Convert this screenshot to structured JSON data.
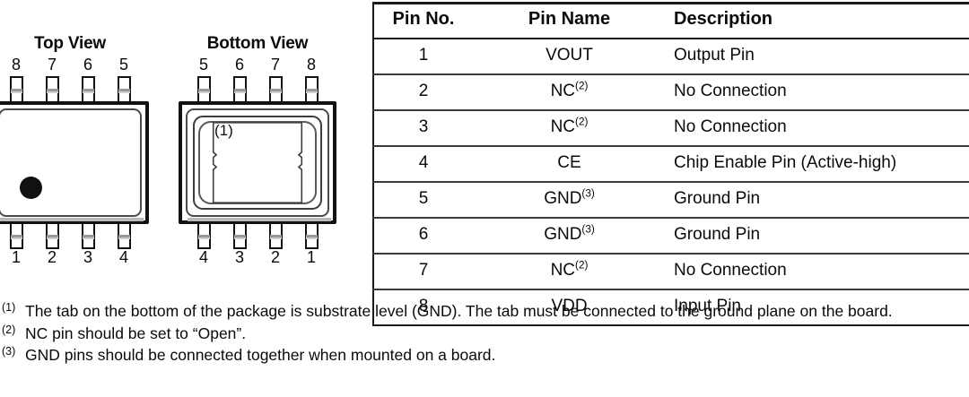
{
  "diagrams": {
    "top_view": {
      "title": "Top View",
      "top_pins": [
        "8",
        "7",
        "6",
        "5"
      ],
      "bottom_pins": [
        "1",
        "2",
        "3",
        "4"
      ],
      "marker": "pin1-dot"
    },
    "bottom_view": {
      "title": "Bottom View",
      "top_pins": [
        "5",
        "6",
        "7",
        "8"
      ],
      "bottom_pins": [
        "4",
        "3",
        "2",
        "1"
      ],
      "tab_label": "(1)"
    }
  },
  "table": {
    "headers": [
      "Pin No.",
      "Pin Name",
      "Description"
    ],
    "rows": [
      {
        "no": "1",
        "name": "VOUT",
        "name_sup": "",
        "desc": "Output Pin"
      },
      {
        "no": "2",
        "name": "NC",
        "name_sup": "(2)",
        "desc": "No Connection"
      },
      {
        "no": "3",
        "name": "NC",
        "name_sup": "(2)",
        "desc": "No Connection"
      },
      {
        "no": "4",
        "name": "CE",
        "name_sup": "",
        "desc": "Chip Enable Pin (Active-high)"
      },
      {
        "no": "5",
        "name": "GND",
        "name_sup": "(3)",
        "desc": "Ground Pin"
      },
      {
        "no": "6",
        "name": "GND",
        "name_sup": "(3)",
        "desc": "Ground Pin"
      },
      {
        "no": "7",
        "name": "NC",
        "name_sup": "(2)",
        "desc": "No Connection"
      },
      {
        "no": "8",
        "name": "VDD",
        "name_sup": "",
        "desc": "Input Pin"
      }
    ]
  },
  "footnotes": [
    {
      "marker": "(1)",
      "text": "The tab on the bottom of the package is substrate level (GND). The tab must be connected to the ground plane on the board."
    },
    {
      "marker": "(2)",
      "text": "NC pin should be set to “Open”."
    },
    {
      "marker": "(3)",
      "text": "GND pins should be connected together when mounted on a board."
    }
  ],
  "colors": {
    "ink": "#0a0a0a",
    "rule": "#1a1a1a",
    "background": "#ffffff"
  }
}
